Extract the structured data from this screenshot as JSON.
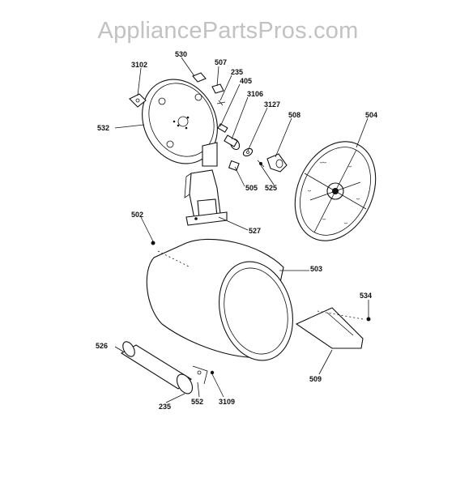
{
  "watermark": "AppliancePartsPros.com",
  "callouts": {
    "p530": "530",
    "p3102": "3102",
    "p507": "507",
    "p235a": "235",
    "p405": "405",
    "p3106": "3106",
    "p3127": "3127",
    "p508": "508",
    "p504": "504",
    "p532": "532",
    "p505": "505",
    "p525": "525",
    "p502": "502",
    "p527": "527",
    "p503": "503",
    "p534": "534",
    "p526": "526",
    "p509": "509",
    "p235b": "235",
    "p552": "552",
    "p3109": "3109"
  }
}
